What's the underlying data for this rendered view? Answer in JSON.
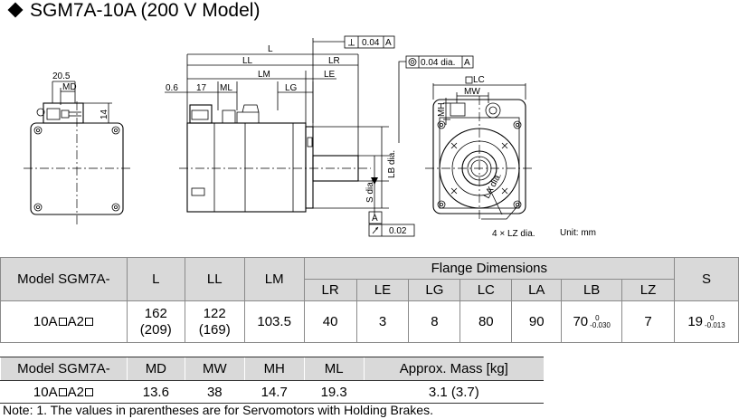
{
  "title": "SGM7A-10A (200 V Model)",
  "drawing": {
    "dim_20_5": "20.5",
    "dim_MD": "MD",
    "dim_14": "14",
    "dim_L": "L",
    "dim_LL": "LL",
    "dim_LR": "LR",
    "dim_LM": "LM",
    "dim_LE": "LE",
    "dim_0_6": "0.6",
    "dim_17": "17",
    "dim_ML": "ML",
    "dim_LG": "LG",
    "perp_tol": "0.04",
    "perp_datum": "A",
    "conc_tol": "0.04 dia.",
    "conc_datum": "A",
    "datum_A": "A",
    "runout_tol": "0.02",
    "lb_dia": "LB dia.",
    "s_dia": "S dia.",
    "lc_label": "LC",
    "mw_label": "MW",
    "mh_label": "MH",
    "la_dia": "LA dia.",
    "lz_note": "4 × LZ dia.",
    "unit": "Unit: mm"
  },
  "dim_table": {
    "model_header": "Model SGM7A-",
    "flange_header": "Flange Dimensions",
    "headers": [
      "L",
      "LL",
      "LM"
    ],
    "flange_cols": [
      "LR",
      "LE",
      "LG",
      "LC",
      "LA",
      "LB",
      "LZ"
    ],
    "s_header": "S",
    "row": {
      "model_a": "10A",
      "model_b": "A2",
      "L_1": "162",
      "L_2": "(209)",
      "LL_1": "122",
      "LL_2": "(169)",
      "LM": "103.5",
      "LR": "40",
      "LE": "3",
      "LG": "8",
      "LC": "80",
      "LA": "90",
      "LB": "70",
      "LB_tol_up": "0",
      "LB_tol_dn": "-0.030",
      "LZ": "7",
      "S": "19",
      "S_tol_up": "0",
      "S_tol_dn": "-0.013"
    }
  },
  "mass_table": {
    "headers": [
      "Model SGM7A-",
      "MD",
      "MW",
      "MH",
      "ML",
      "Approx. Mass [kg]"
    ],
    "row": {
      "model_a": "10A",
      "model_b": "A2",
      "MD": "13.6",
      "MW": "38",
      "MH": "14.7",
      "ML": "19.3",
      "mass": "3.1 (3.7)"
    }
  },
  "note": "Note: 1. The values in parentheses are for Servomotors with Holding Brakes."
}
